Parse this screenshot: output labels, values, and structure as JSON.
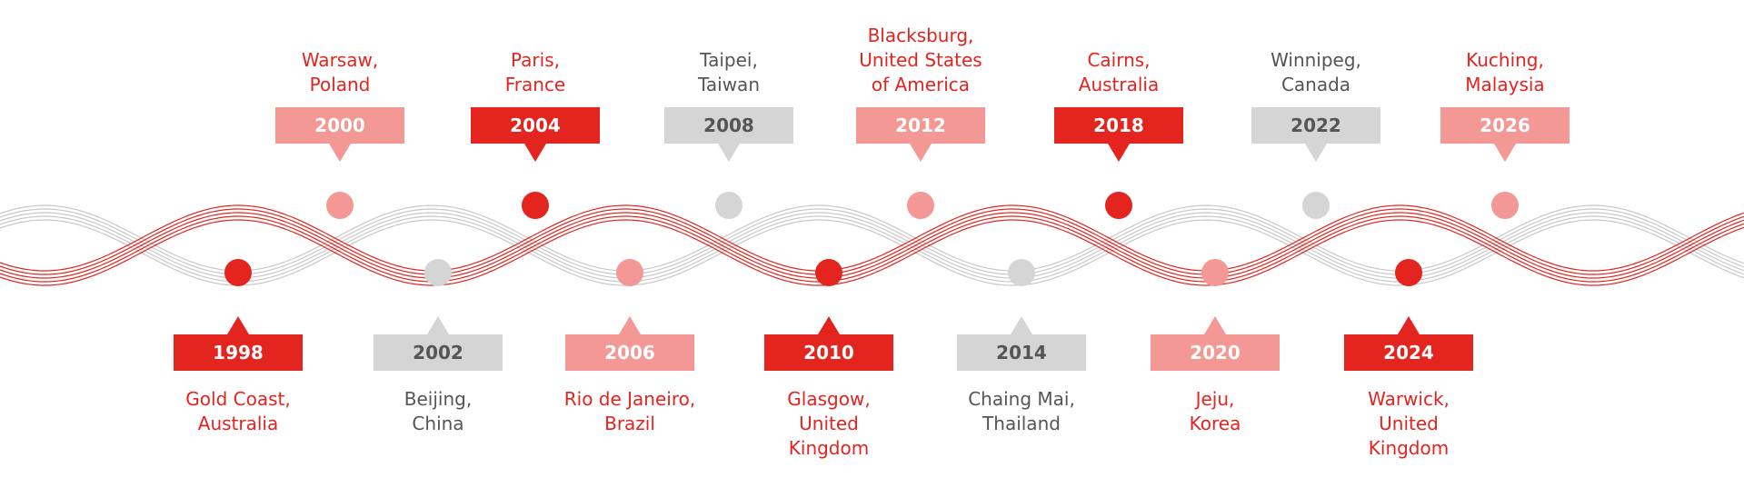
{
  "colors": {
    "red": "#e3241f",
    "pink": "#f39894",
    "gray": "#d5d5d5",
    "gray_text": "#555555",
    "wave_red": "#e3241f",
    "wave_gray": "#c8c8c8"
  },
  "events": [
    {
      "year": "1998",
      "location": [
        "Gold Coast,",
        "Australia"
      ],
      "color": "red",
      "side": "bottom"
    },
    {
      "year": "2000",
      "location": [
        "Warsaw,",
        "Poland"
      ],
      "color": "pink",
      "side": "top"
    },
    {
      "year": "2002",
      "location": [
        "Beijing,",
        "China"
      ],
      "color": "gray",
      "side": "bottom"
    },
    {
      "year": "2004",
      "location": [
        "Paris,",
        "France"
      ],
      "color": "red",
      "side": "top"
    },
    {
      "year": "2006",
      "location": [
        "Rio de Janeiro,",
        "Brazil"
      ],
      "color": "pink",
      "side": "bottom"
    },
    {
      "year": "2008",
      "location": [
        "Taipei,",
        "Taiwan"
      ],
      "color": "gray",
      "side": "top"
    },
    {
      "year": "2010",
      "location": [
        "Glasgow,",
        "United",
        "Kingdom"
      ],
      "color": "red",
      "side": "bottom"
    },
    {
      "year": "2012",
      "location": [
        "Blacksburg,",
        "United States",
        "of America"
      ],
      "color": "pink",
      "side": "top"
    },
    {
      "year": "2014",
      "location": [
        "Chaing Mai,",
        "Thailand"
      ],
      "color": "gray",
      "side": "bottom"
    },
    {
      "year": "2018",
      "location": [
        "Cairns,",
        "Australia"
      ],
      "color": "red",
      "side": "top"
    },
    {
      "year": "2020",
      "location": [
        "Jeju,",
        "Korea"
      ],
      "color": "pink",
      "side": "bottom"
    },
    {
      "year": "2022",
      "location": [
        "Winnipeg,",
        "Canada"
      ],
      "color": "gray",
      "side": "top"
    },
    {
      "year": "2024",
      "location": [
        "Warwick,",
        "United",
        "Kingdom"
      ],
      "color": "red",
      "side": "bottom"
    },
    {
      "year": "2026",
      "location": [
        "Kuching,",
        "Malaysia"
      ],
      "color": "pink",
      "side": "top"
    }
  ]
}
